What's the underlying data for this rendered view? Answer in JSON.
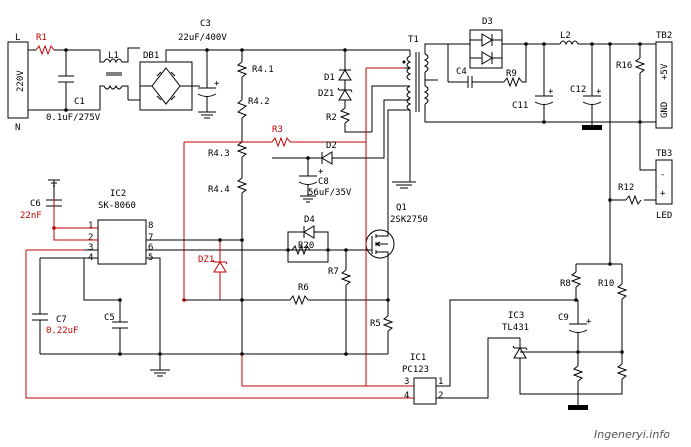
{
  "labels": {
    "L": "L",
    "N": "N",
    "V220": "220V",
    "R1": "R1",
    "L1": "L1",
    "C1": "C1",
    "C1v": "0.1uF/275V",
    "DB1": "DB1",
    "C3": "C3",
    "C3v": "22uF/400V",
    "R41": "R4.1",
    "R42": "R4.2",
    "R43": "R4.3",
    "R44": "R4.4",
    "R3": "R3",
    "D1": "D1",
    "DZ1top": "DZ1",
    "R2": "R2",
    "D2": "D2",
    "C8": "C8",
    "C8v": "56uF/35V",
    "T1": "T1",
    "D3": "D3",
    "C4": "C4",
    "R9": "R9",
    "L2": "L2",
    "C11": "C11",
    "C12": "C12",
    "R16": "R16",
    "TB2": "TB2",
    "V5": "+5V",
    "GND": "GND",
    "TB3": "TB3",
    "minus": "-",
    "plus": "+",
    "LED": "LED",
    "R12": "R12",
    "C6": "C6",
    "C6v": "22nF",
    "IC2": "IC2",
    "IC2n": "SK-8060",
    "p1": "1",
    "p2": "2",
    "p3": "3",
    "p4": "4",
    "p5": "5",
    "p6": "6",
    "p7": "7",
    "p8": "8",
    "D4": "D4",
    "R20": "R20",
    "Q1": "Q1",
    "Q1n": "2SK2750",
    "DZ1": "DZ1",
    "R7": "R7",
    "R6": "R6",
    "C7": "C7",
    "C7v": "0.22uF",
    "C5": "C5",
    "R5": "R5",
    "R8": "R8",
    "R10": "R10",
    "C9": "C9",
    "IC3": "IC3",
    "IC3n": "TL431",
    "IC1": "IC1",
    "IC1n": "PC123",
    "ic1p3": "3",
    "ic1p4": "4",
    "ic1p1": "1",
    "ic1p2": "2",
    "watermark": "Ingeneryi.info"
  },
  "colors": {
    "ink": "#000000",
    "feedback": "#c00000",
    "background": "#ffffff"
  }
}
